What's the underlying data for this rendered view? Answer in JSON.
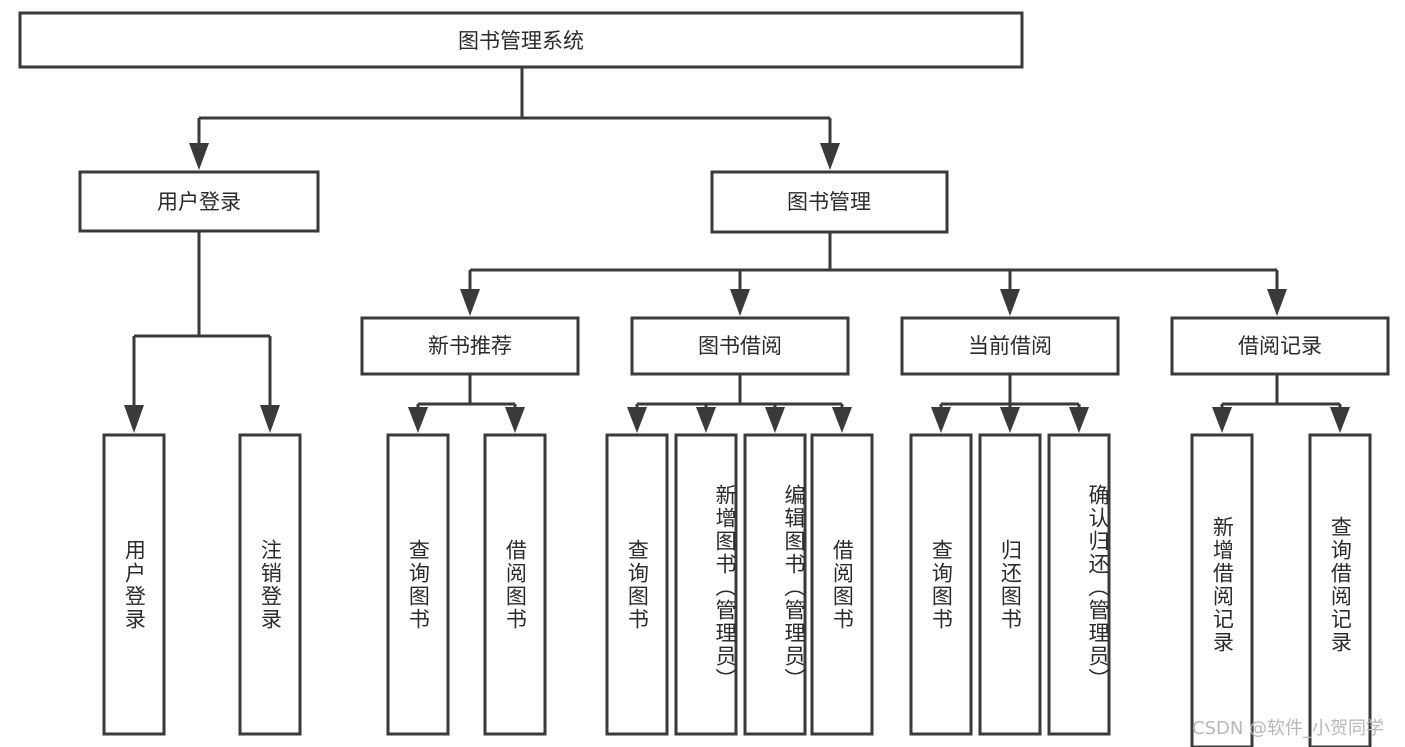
{
  "diagram": {
    "title": "图书管理系统",
    "type": "tree-hierarchy-diagram",
    "colors": {
      "stroke": "#3a3a3a",
      "fill": "#ffffff",
      "text": "#2b2b2b",
      "watermark": "#b8b8b8",
      "background": "#ffffff"
    },
    "root": {
      "label": "图书管理系统"
    },
    "level2": [
      {
        "label": "用户登录"
      },
      {
        "label": "图书管理"
      }
    ],
    "level3": [
      {
        "label": "新书推荐"
      },
      {
        "label": "图书借阅"
      },
      {
        "label": "当前借阅"
      },
      {
        "label": "借阅记录"
      }
    ],
    "leaves": [
      {
        "label": "用户登录",
        "parent": "用户登录"
      },
      {
        "label": "注销登录",
        "parent": "用户登录"
      },
      {
        "label": "查询图书",
        "parent": "新书推荐"
      },
      {
        "label": "借阅图书",
        "parent": "新书推荐"
      },
      {
        "label": "查询图书",
        "parent": "图书借阅"
      },
      {
        "label": "新增图书（管理员）",
        "parent": "图书借阅"
      },
      {
        "label": "编辑图书（管理员）",
        "parent": "图书借阅"
      },
      {
        "label": "借阅图书",
        "parent": "图书借阅"
      },
      {
        "label": "查询图书",
        "parent": "当前借阅"
      },
      {
        "label": "归还图书",
        "parent": "当前借阅"
      },
      {
        "label": "确认归还（管理员）",
        "parent": "当前借阅"
      },
      {
        "label": "新增借阅记录",
        "parent": "借阅记录"
      },
      {
        "label": "查询借阅记录",
        "parent": "借阅记录"
      }
    ],
    "watermark": "CSDN @软件_小贺同学"
  }
}
